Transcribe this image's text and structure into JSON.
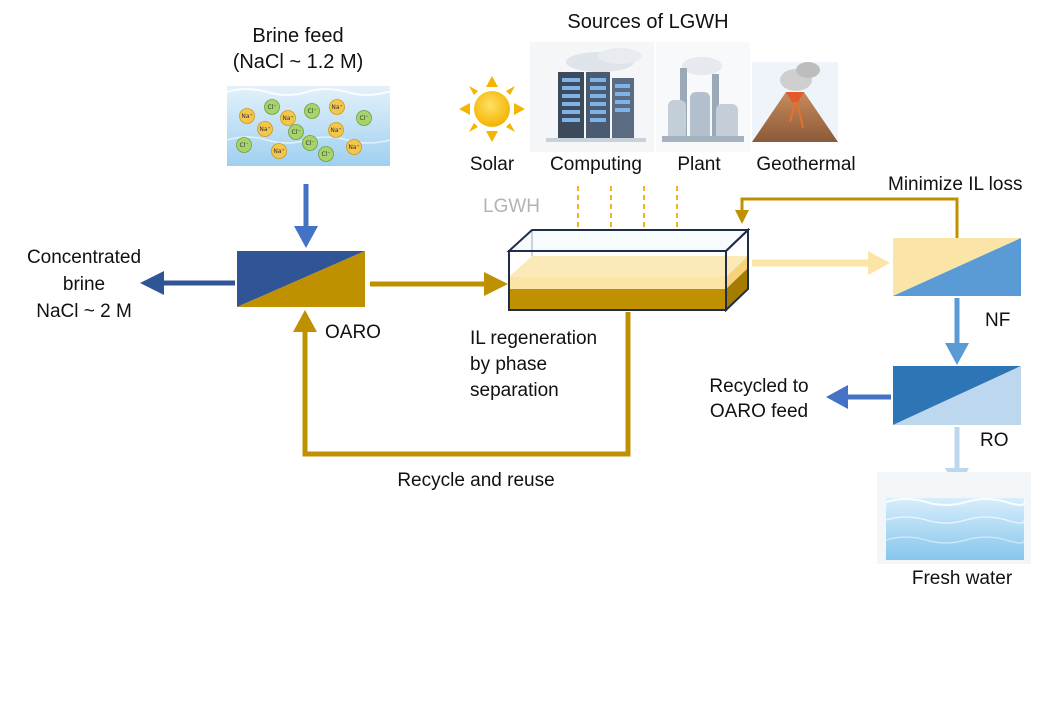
{
  "brine_feed": {
    "title": "Brine feed",
    "subtitle": "(NaCl ~ 1.2 M)"
  },
  "ions": [
    "Na⁺",
    "Cl⁻",
    "Na⁺",
    "Cl⁻",
    "Na⁺",
    "Cl⁻",
    "Na⁺",
    "Cl⁻",
    "Na⁺",
    "Cl⁻",
    "Na⁺",
    "Cl⁻",
    "Na⁺",
    "Cl⁻"
  ],
  "sources": {
    "title": "Sources of LGWH",
    "items": [
      "Solar",
      "Computing",
      "Plant",
      "Geothermal"
    ]
  },
  "lgwh_label": "LGWH",
  "concentrated": {
    "line1": "Concentrated",
    "line2": "brine",
    "line3": "NaCl ~ 2 M"
  },
  "oaro_label": "OARO",
  "il_regen": {
    "line1": "IL regeneration",
    "line2": "by phase",
    "line3": "separation"
  },
  "minimize_label": "Minimize IL loss",
  "nf_label": "NF",
  "recycled": {
    "line1": "Recycled to",
    "line2": "OARO feed"
  },
  "ro_label": "RO",
  "recycle_reuse_label": "Recycle and reuse",
  "fresh_water_label": "Fresh water",
  "colors": {
    "gold": "#bf9000",
    "dark_blue": "#2f5597",
    "mid_blue": "#4472c4",
    "light_blue": "#bdd7ee",
    "pale_gold": "#fbe5a6",
    "dashed_orange": "#f0b429"
  }
}
